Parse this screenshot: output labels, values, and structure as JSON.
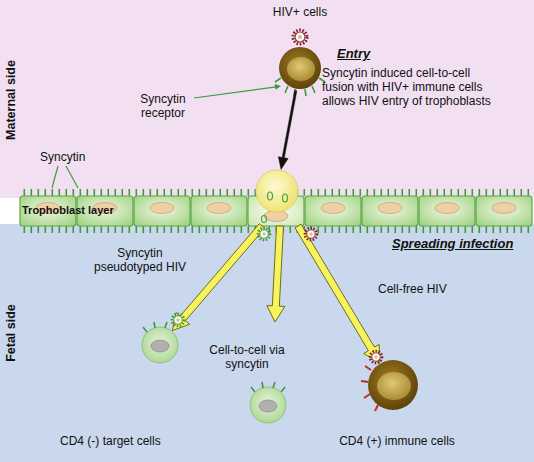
{
  "diagram": {
    "nodes": [
      {
        "text": [
          "Maternal side"
        ]
      },
      {
        "text": [
          "HIV+ cells"
        ],
        "in": 0
      },
      {
        "text": [
          "Trophoblast layer"
        ]
      },
      {
        "text": [
          "Fetal side"
        ]
      },
      {
        "text": [
          "CD4 (-) target cells"
        ],
        "in": 3
      },
      {
        "text": [
          "CD4 (+) immune cells"
        ],
        "in": 3
      }
    ],
    "edges": [
      {
        "from": 1,
        "to": 2,
        "arrow": "to"
      },
      {
        "from": 2,
        "to": 4,
        "label": "Syncytin pseudotyped HIV",
        "arrow": "to"
      },
      {
        "from": 2,
        "to": 4,
        "label": "Cell-to-cell via syncytin",
        "arrow": "to"
      },
      {
        "from": 2,
        "to": 5,
        "label": "Cell-free HIV",
        "arrow": "to"
      }
    ],
    "labels": [
      "Entry",
      "Syncytin induced cell-to-cell fusion with HIV+ immune cells allows HIV entry of trophoblasts",
      "Syncytin receptor",
      "Syncytin",
      "Spreading infection"
    ]
  }
}
